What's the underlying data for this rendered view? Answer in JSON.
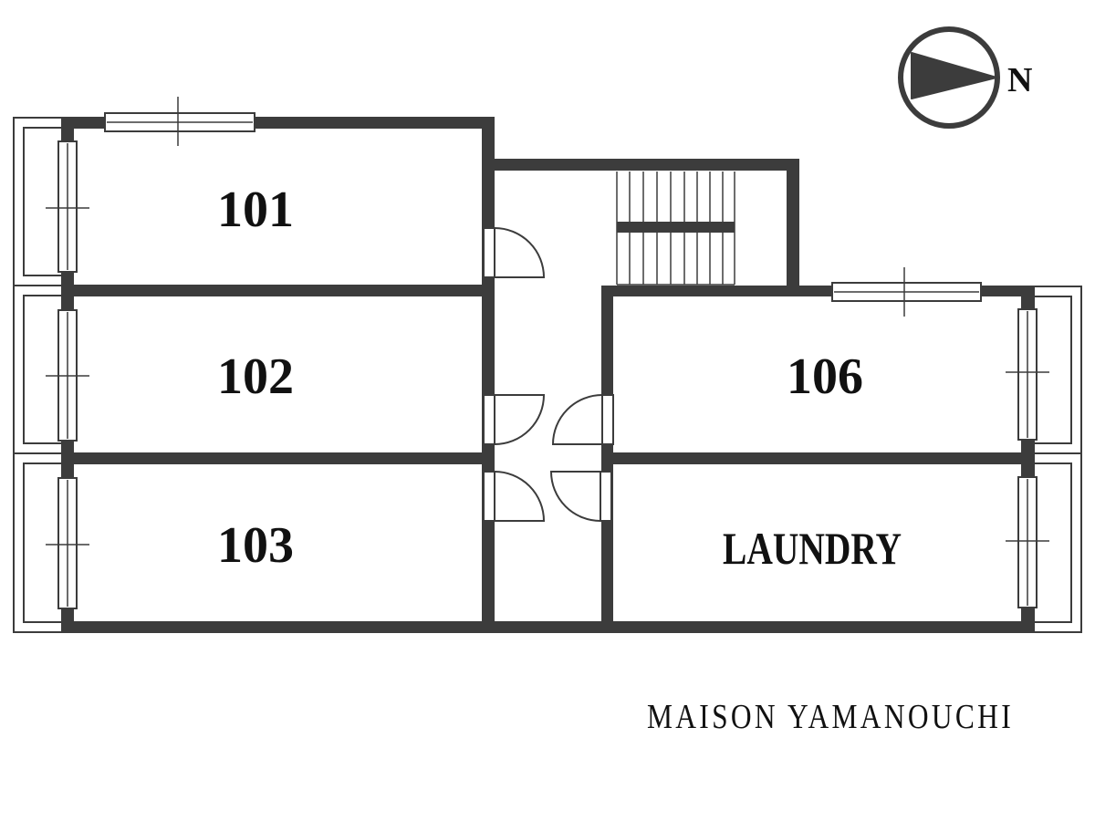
{
  "rooms": [
    {
      "id": "101",
      "label": "101"
    },
    {
      "id": "102",
      "label": "102"
    },
    {
      "id": "103",
      "label": "103"
    },
    {
      "id": "106",
      "label": "106"
    },
    {
      "id": "laundry",
      "label": "LAUNDRY"
    }
  ],
  "building_name": "MAISON YAMANOUCHI",
  "compass": {
    "label": "N",
    "icon": "north-arrow-icon"
  },
  "colors": {
    "wall": "#3c3c3c",
    "text": "#111111",
    "background": "#ffffff"
  }
}
